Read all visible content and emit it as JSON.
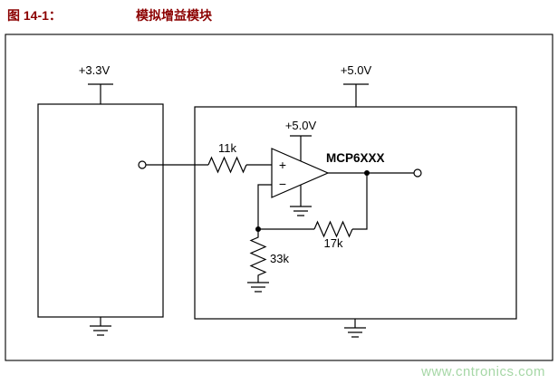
{
  "figure": {
    "label": "图 14-1：",
    "title": "模拟增益模块"
  },
  "left_block": {
    "supply_label": "+3.3V"
  },
  "right_block": {
    "supply_label": "+5.0V"
  },
  "opamp": {
    "name": "MCP6XXX",
    "supply_label": "+5.0V",
    "plus_sign": "+",
    "minus_sign": "−"
  },
  "resistors": {
    "input": "11k",
    "feedback": "17k",
    "to_ground": "33k"
  },
  "watermark": {
    "text": "www.cntronics.com",
    "color": "#a6d7a6"
  },
  "colors": {
    "caption": "#8b0000",
    "line": "#000000",
    "background": "#ffffff"
  }
}
